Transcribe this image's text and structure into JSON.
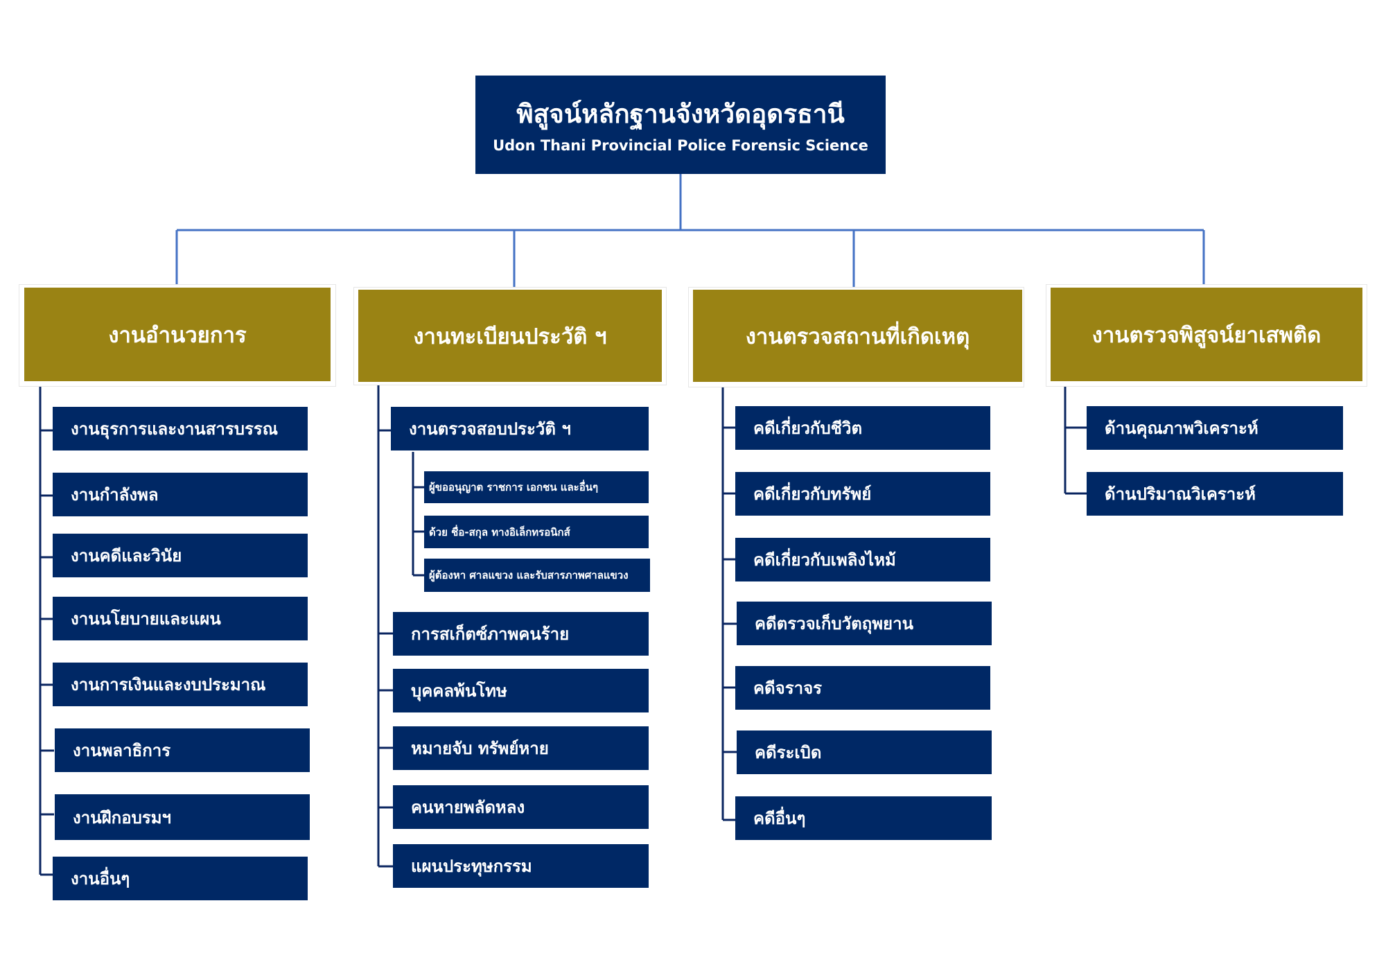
{
  "root": {
    "title_th": "พิสูจน์หลักฐานจังหวัดอุดรธานี",
    "title_en": "Udon Thani Provincial Police Forensic Science"
  },
  "columns": [
    {
      "header": "งานอำนวยการ",
      "items": [
        "งานธุรการและงานสารบรรณ",
        "งานกำลังพล",
        "งานคดีและวินัย",
        "งานนโยบายและแผน",
        "งานการเงินและงบประมาณ",
        "งานพลาธิการ",
        "งานฝึกอบรมฯ",
        "งานอื่นๆ"
      ]
    },
    {
      "header": "งานทะเบียนประวัติ ฯ",
      "items": [
        "งานตรวจสอบประวัติ ฯ",
        "การสเก็ตซ์ภาพคนร้าย",
        "บุคคลพ้นโทษ",
        "หมายจับ ทรัพย์หาย",
        "คนหายพลัดหลง",
        "แผนประทุษกรรม"
      ],
      "subitems": [
        "ผู้ขออนุญาต ราชการ เอกชน และอื่นๆ",
        "ด้วย ชื่อ-สกุล ทางอิเล็กทรอนิกส์",
        "ผู้ต้องหา ศาลแขวง และรับสารภาพศาลแขวง"
      ]
    },
    {
      "header": "งานตรวจสถานที่เกิดเหตุ",
      "items": [
        "คดีเกี่ยวกับชีวิต",
        "คดีเกี่ยวกับทรัพย์",
        "คดีเกี่ยวกับเพลิงไหม้",
        "คดีตรวจเก็บวัตถุพยาน",
        "คดีจราจร",
        "คดีระเบิด",
        "คดีอื่นๆ"
      ]
    },
    {
      "header": "งานตรวจพิสูจน์ยาเสพติด",
      "items": [
        "ด้านคุณภาพวิเคราะห์",
        "ด้านปริมาณวิเคราะห์"
      ]
    }
  ],
  "colors": {
    "navy": "#002865",
    "gold": "#9a8314",
    "connector": "#4472c4",
    "tree_line": "#0a2560"
  }
}
